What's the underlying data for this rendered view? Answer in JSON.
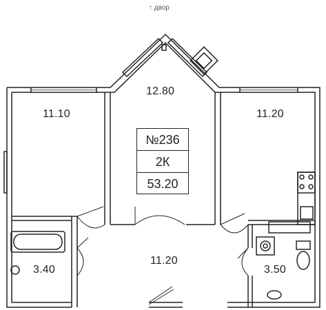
{
  "orientation": {
    "label": "двор",
    "icon": "arrow-up-icon"
  },
  "apartment": {
    "number": "№236",
    "type": "2К",
    "total_area": "53.20"
  },
  "rooms": {
    "bedroom_left": "11.10",
    "living_center": "12.80",
    "bedroom_right": "11.20",
    "hall": "11.20",
    "bathroom": "3.40",
    "wc": "3.50"
  },
  "colors": {
    "wall": "#222222",
    "wall_fill": "#ffffff",
    "window": "#222222"
  }
}
